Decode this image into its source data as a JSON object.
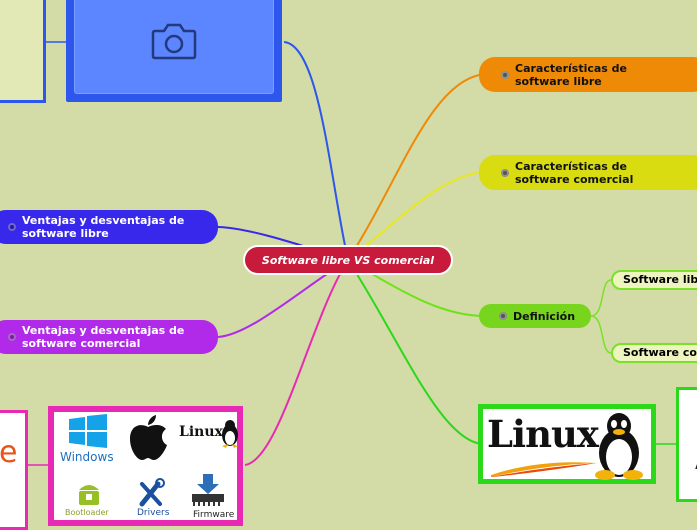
{
  "central": {
    "label": "Software libre VS comercial"
  },
  "topics": {
    "caracteristicas_libre": "Características de software libre",
    "caracteristicas_comercial": "Características de software comercial",
    "definicion": "Definición",
    "ventajas_libre": "Ventajas y desventajas de software libre",
    "ventajas_comercial": "Ventajas y desventajas de software comercial"
  },
  "subtopics": {
    "software_libre": "Software libre",
    "software_comercial": "Software comercial"
  },
  "os_image": {
    "windows": "Windows",
    "linux": "Linux",
    "bootloader": "Bootloader",
    "drivers": "Drivers",
    "firmware": "Firmware"
  },
  "linux_image": {
    "logo": "Linux"
  },
  "colors": {
    "background": "#d3dba6",
    "central": "#c81a3a",
    "orange": "#ef8a06",
    "yellow": "#d8dc10",
    "green": "#77d51d",
    "blue": "#3828ec",
    "purple": "#b12ae9",
    "pink": "#e829b3"
  }
}
